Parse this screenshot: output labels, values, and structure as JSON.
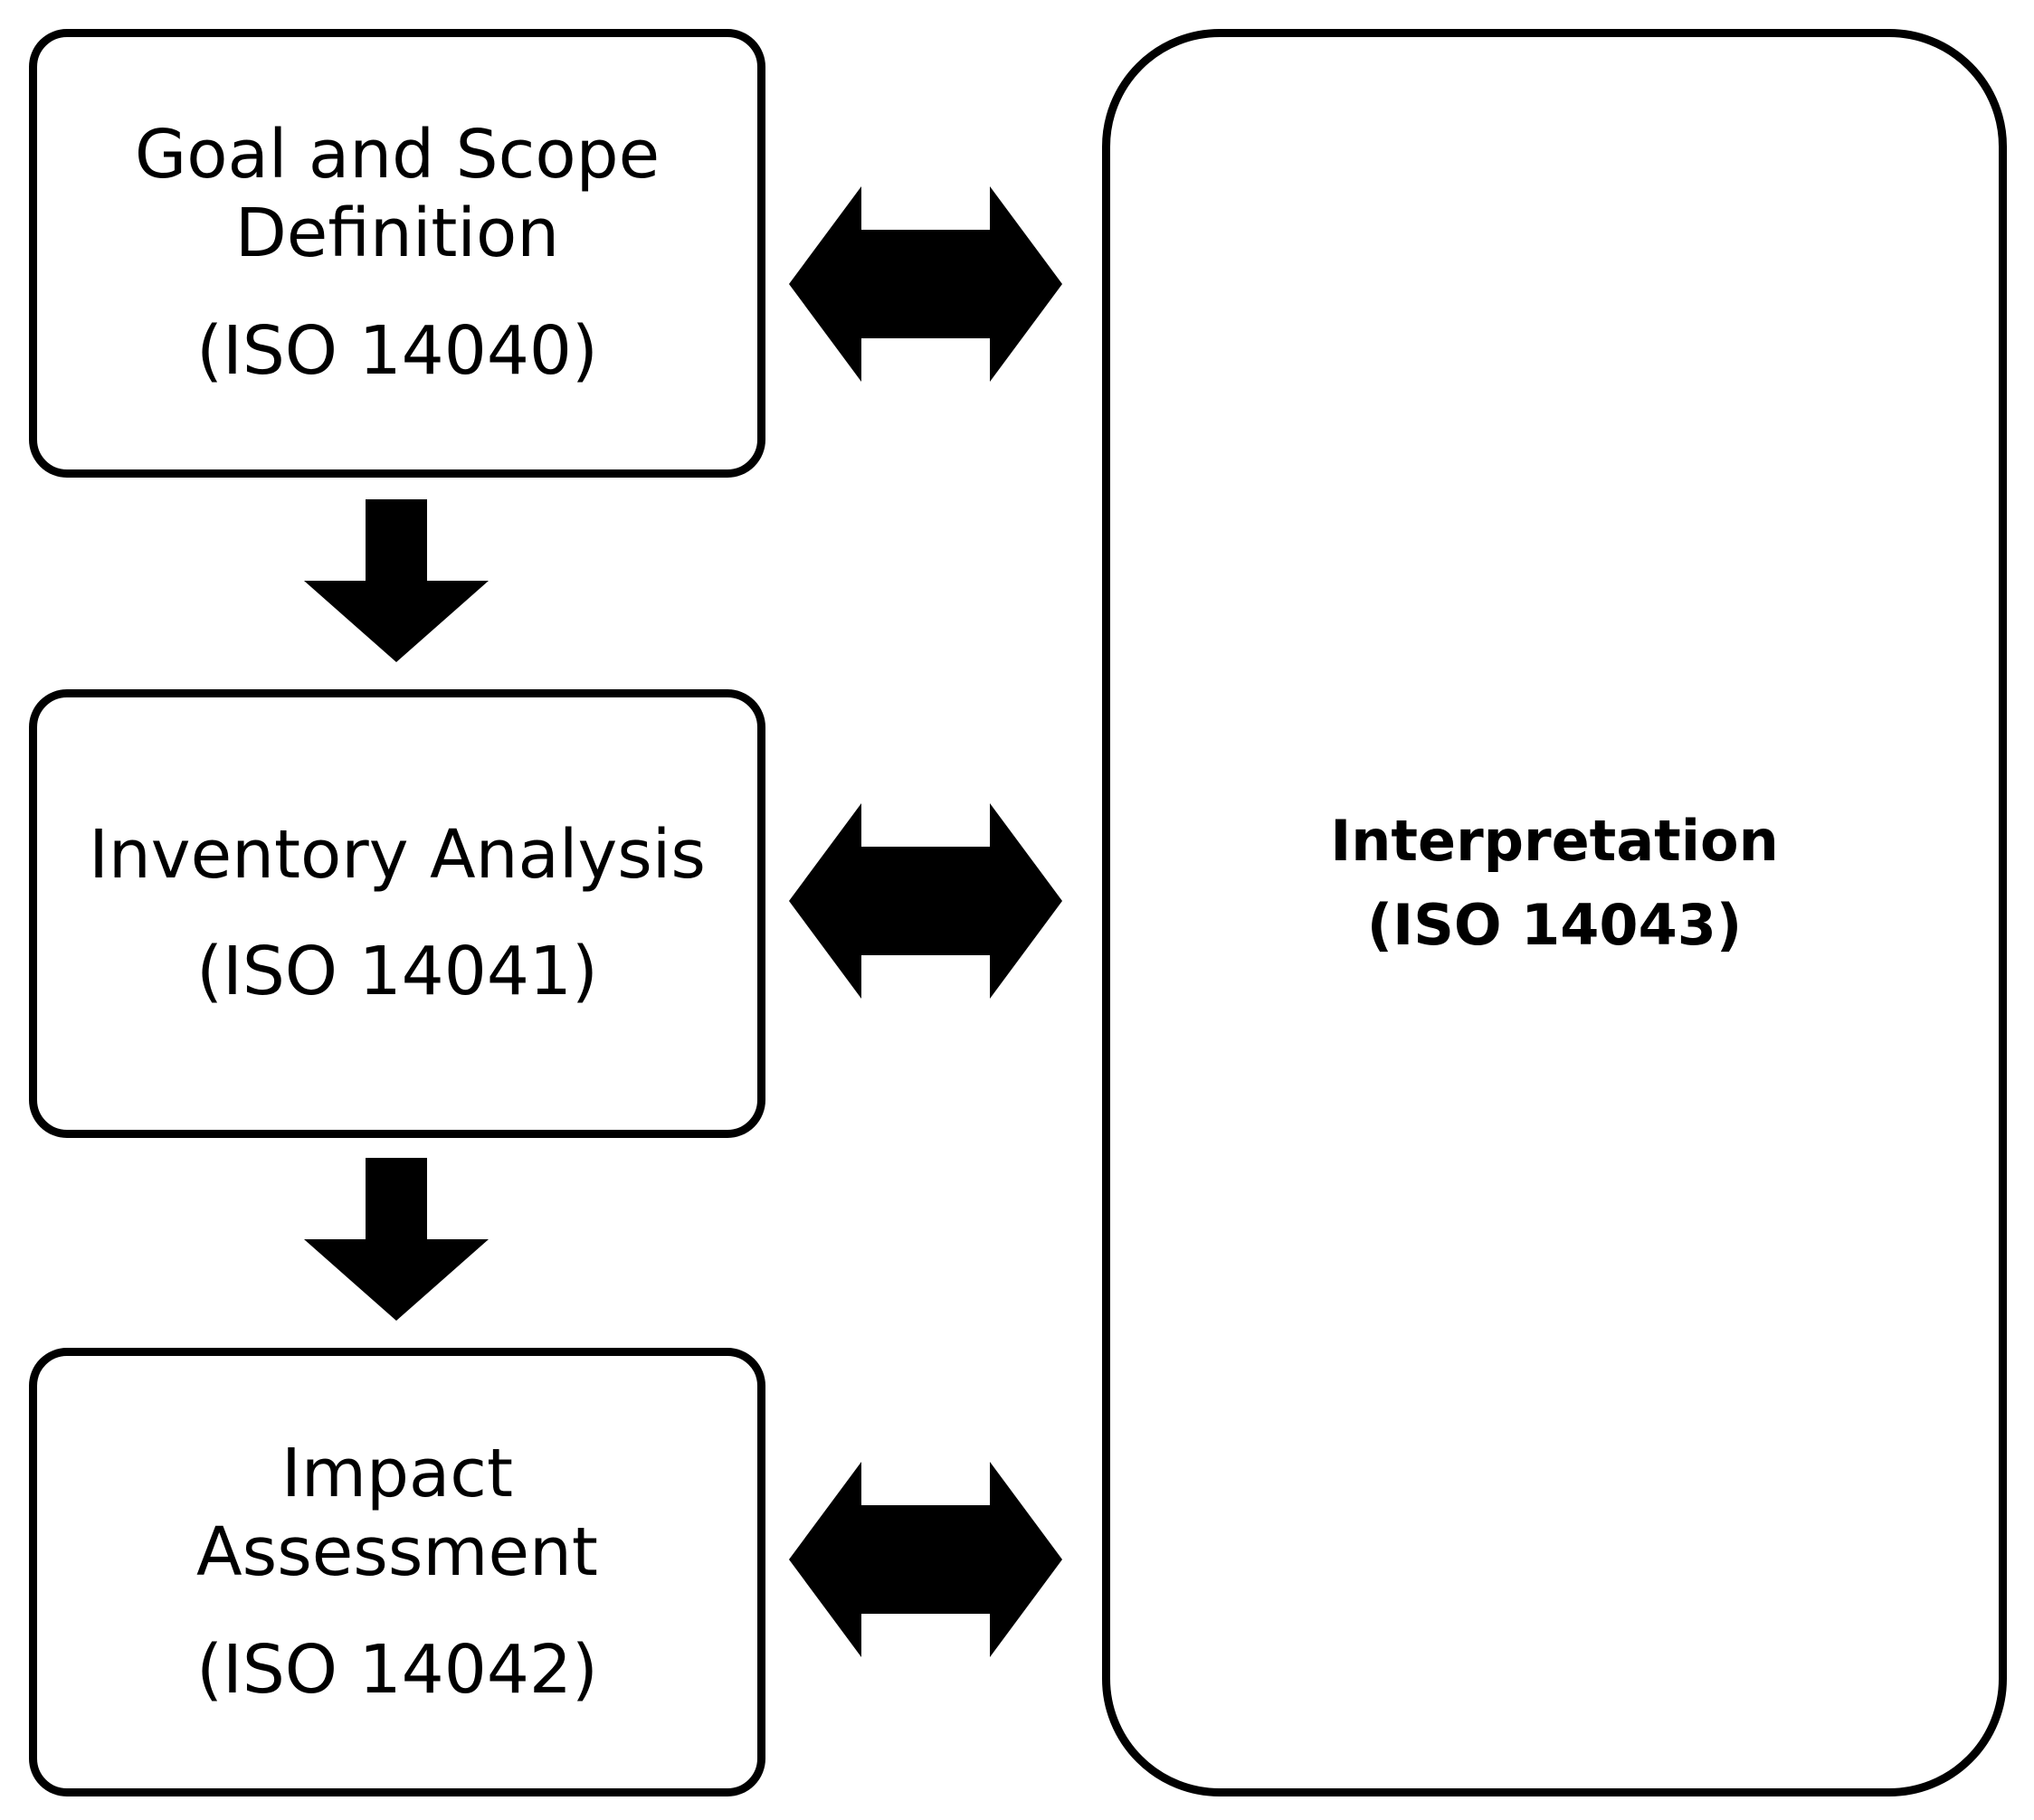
{
  "diagram": {
    "boxes": {
      "goal": {
        "name": "Goal and Scope\nDefinition",
        "standard": "(ISO 14040)"
      },
      "inventory": {
        "name": "Inventory Analysis",
        "standard": "(ISO 14041)"
      },
      "impact": {
        "name": "Impact\nAssessment",
        "standard": "(ISO 14042)"
      },
      "interpretation": {
        "name": "Interpretation",
        "standard": "(ISO 14043)"
      }
    },
    "colors": {
      "stroke": "#000000",
      "fill": "#ffffff",
      "arrow": "#000000"
    },
    "connections": [
      {
        "from": "goal",
        "to": "inventory",
        "type": "down-arrow"
      },
      {
        "from": "inventory",
        "to": "impact",
        "type": "down-arrow"
      },
      {
        "from": "goal",
        "to": "interpretation",
        "type": "double-arrow"
      },
      {
        "from": "inventory",
        "to": "interpretation",
        "type": "double-arrow"
      },
      {
        "from": "impact",
        "to": "interpretation",
        "type": "double-arrow"
      }
    ]
  }
}
